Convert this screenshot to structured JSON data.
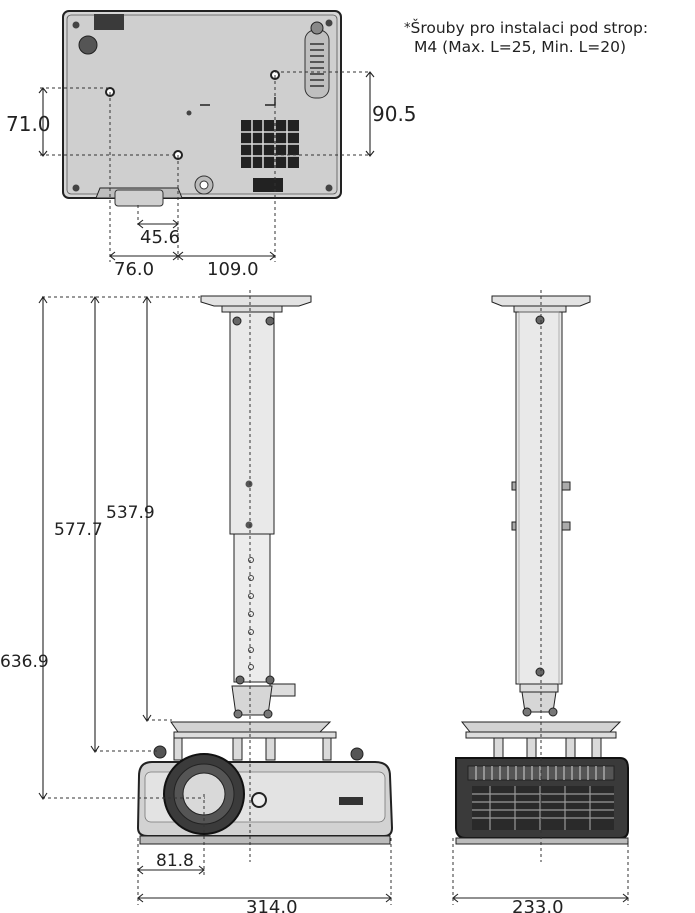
{
  "note": {
    "line1": "Šrouby pro instalaci pod strop:",
    "line2": "M4 (Max. L=25, Min. L=20)",
    "marker": "*"
  },
  "dimensions": {
    "d71": "71.0",
    "d90": "90.5",
    "d45": "45.6",
    "d76": "76.0",
    "d109": "109.0",
    "d636": "636.9",
    "d577": "577.7",
    "d537": "537.9",
    "d81": "81.8",
    "d314": "314.0",
    "d233": "233.0"
  },
  "colors": {
    "body": "#d9d9d9",
    "outline": "#222222",
    "pole": "#e8e8e8",
    "dark": "#3a3a3a"
  }
}
